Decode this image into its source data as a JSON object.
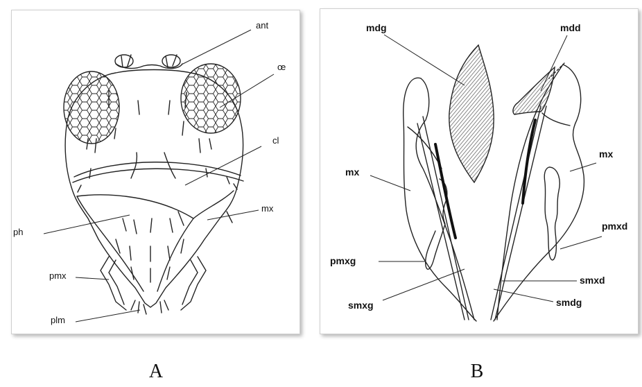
{
  "panel_a": {
    "labels": {
      "ant": "ant",
      "oe": "œ",
      "cl": "cl",
      "ph": "ph",
      "mx": "mx",
      "pmx": "pmx",
      "plm": "plm"
    },
    "caption": "A"
  },
  "panel_b": {
    "labels": {
      "mdg": "mdg",
      "mdd": "mdd",
      "mx_left": "mx",
      "mx_right": "mx",
      "pmxd": "pmxd",
      "pmxg": "pmxg",
      "smxd": "smxd",
      "smxg": "smxg",
      "smdg": "smdg"
    },
    "caption": "B"
  }
}
